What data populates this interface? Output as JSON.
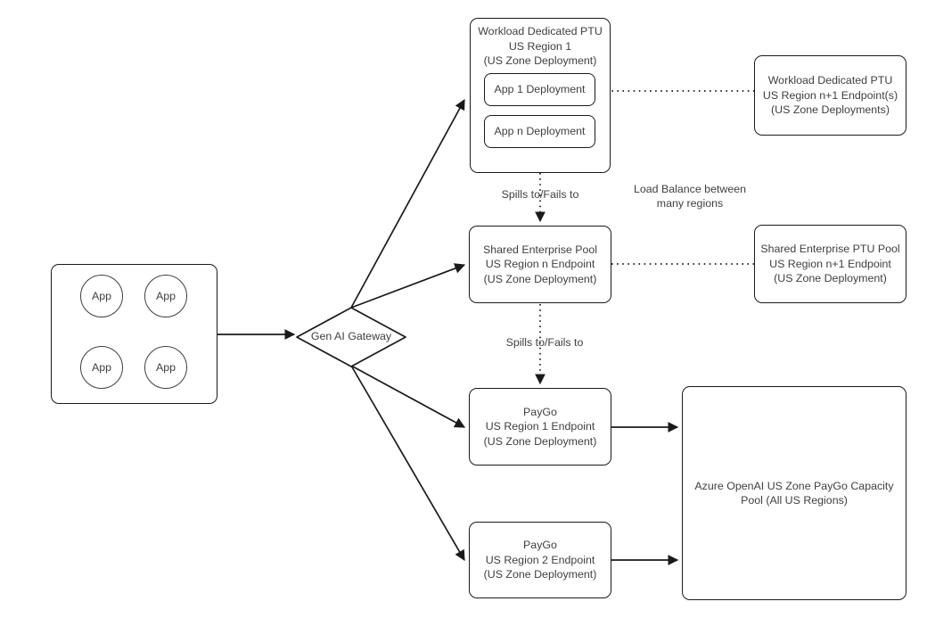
{
  "diagram": {
    "title": "Gen AI Gateway multi-region capacity routing architecture",
    "background_color": "#ffffff",
    "stroke_color": "#1a1a1a",
    "text_color": "#3f3f3f"
  },
  "app_group": {
    "name": "app-cluster",
    "apps": [
      {
        "label": "App"
      },
      {
        "label": "App"
      },
      {
        "label": "App"
      },
      {
        "label": "App"
      }
    ]
  },
  "gateway": {
    "label": "Gen AI Gateway"
  },
  "nodes": {
    "workload_ptu_region1": {
      "label": "Workload Dedicated PTU\nUS Region 1\n(US Zone Deployment)",
      "children": [
        {
          "label": "App 1 Deployment"
        },
        {
          "label": "App n Deployment"
        }
      ]
    },
    "workload_ptu_region_n1": {
      "label": "Workload Dedicated PTU\nUS Region n+1 Endpoint(s)\n(US Zone Deployments)"
    },
    "shared_enterprise_pool_region_n": {
      "label": "Shared Enterprise Pool\nUS Region n Endpoint\n(US Zone Deployment)"
    },
    "shared_enterprise_ptu_pool_region_n1": {
      "label": "Shared Enterprise PTU Pool\nUS Region n+1 Endpoint\n(US Zone Deployment)"
    },
    "paygo_region1": {
      "label": "PayGo\nUS Region 1 Endpoint\n(US Zone Deployment)"
    },
    "paygo_region2": {
      "label": "PayGo\nUS Region 2 Endpoint\n(US Zone Deployment)"
    },
    "azure_openai_capacity_pool": {
      "label": "Azure OpenAI US Zone PayGo Capacity\nPool (All US Regions)"
    }
  },
  "edge_labels": {
    "spills_top": "Spills to/Fails to",
    "spills_bottom": "Spills to/Fails to",
    "load_balance": "Load Balance between\nmany regions"
  }
}
